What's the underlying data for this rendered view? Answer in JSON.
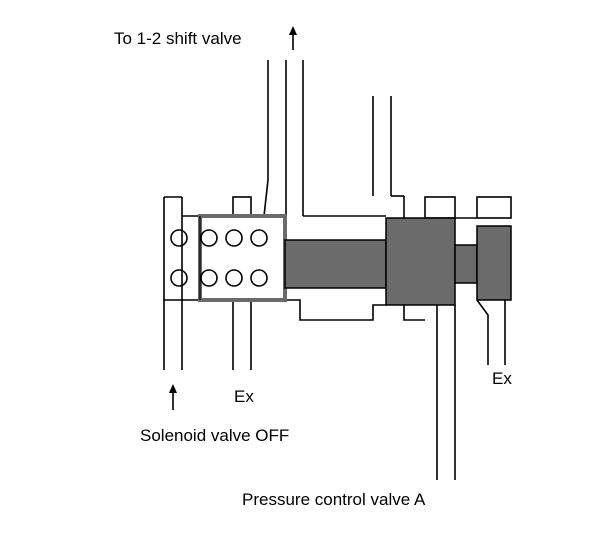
{
  "labels": {
    "to_shift_valve": "To 1-2 shift valve",
    "exhaust_left": "Ex",
    "exhaust_right": "Ex",
    "solenoid": "Solenoid valve OFF",
    "pressure_control": "Pressure control valve A"
  },
  "colors": {
    "line": "#000000",
    "fluid_fill": "#6b6b6b",
    "background": "#ffffff"
  },
  "icons": {
    "flow_arrow_top": "arrow-up-icon",
    "flow_arrow_bottom": "arrow-up-icon"
  }
}
